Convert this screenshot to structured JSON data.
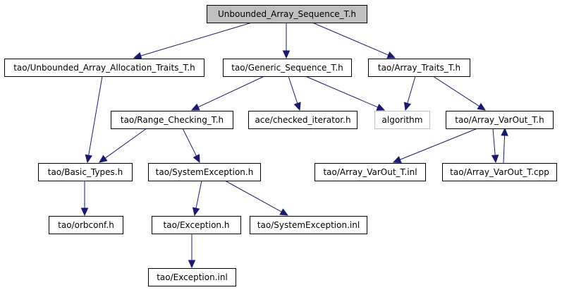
{
  "diagram": {
    "colors": {
      "edge": "#191970",
      "root_fill": "#bfbfbf",
      "external_border": "#bfbfbf",
      "node_border": "#000000"
    },
    "nodes": [
      {
        "id": "root",
        "label": "Unbounded_Array_Sequence_T.h",
        "kind": "root"
      },
      {
        "id": "alloc",
        "label": "tao/Unbounded_Array_Allocation_Traits_T.h"
      },
      {
        "id": "generic",
        "label": "tao/Generic_Sequence_T.h"
      },
      {
        "id": "arraytraits",
        "label": "tao/Array_Traits_T.h"
      },
      {
        "id": "range",
        "label": "tao/Range_Checking_T.h"
      },
      {
        "id": "checked",
        "label": "ace/checked_iterator.h"
      },
      {
        "id": "algorithm",
        "label": "algorithm",
        "kind": "external"
      },
      {
        "id": "varout",
        "label": "tao/Array_VarOut_T.h"
      },
      {
        "id": "basic",
        "label": "tao/Basic_Types.h"
      },
      {
        "id": "sysexc",
        "label": "tao/SystemException.h"
      },
      {
        "id": "varoutinl",
        "label": "tao/Array_VarOut_T.inl"
      },
      {
        "id": "varoutcpp",
        "label": "tao/Array_VarOut_T.cpp"
      },
      {
        "id": "orbconf",
        "label": "tao/orbconf.h"
      },
      {
        "id": "exception",
        "label": "tao/Exception.h"
      },
      {
        "id": "sysexcinl",
        "label": "tao/SystemException.inl"
      },
      {
        "id": "exceptioninl",
        "label": "tao/Exception.inl"
      }
    ],
    "edges": [
      {
        "from": "root",
        "to": "alloc"
      },
      {
        "from": "root",
        "to": "generic"
      },
      {
        "from": "root",
        "to": "arraytraits"
      },
      {
        "from": "alloc",
        "to": "basic"
      },
      {
        "from": "generic",
        "to": "range"
      },
      {
        "from": "generic",
        "to": "checked"
      },
      {
        "from": "generic",
        "to": "algorithm"
      },
      {
        "from": "arraytraits",
        "to": "algorithm"
      },
      {
        "from": "arraytraits",
        "to": "varout"
      },
      {
        "from": "range",
        "to": "basic"
      },
      {
        "from": "range",
        "to": "sysexc"
      },
      {
        "from": "varout",
        "to": "varoutinl"
      },
      {
        "from": "varout",
        "to": "varoutcpp"
      },
      {
        "from": "varoutcpp",
        "to": "varout"
      },
      {
        "from": "basic",
        "to": "orbconf"
      },
      {
        "from": "sysexc",
        "to": "exception"
      },
      {
        "from": "sysexc",
        "to": "sysexcinl"
      },
      {
        "from": "exception",
        "to": "exceptioninl"
      }
    ]
  }
}
